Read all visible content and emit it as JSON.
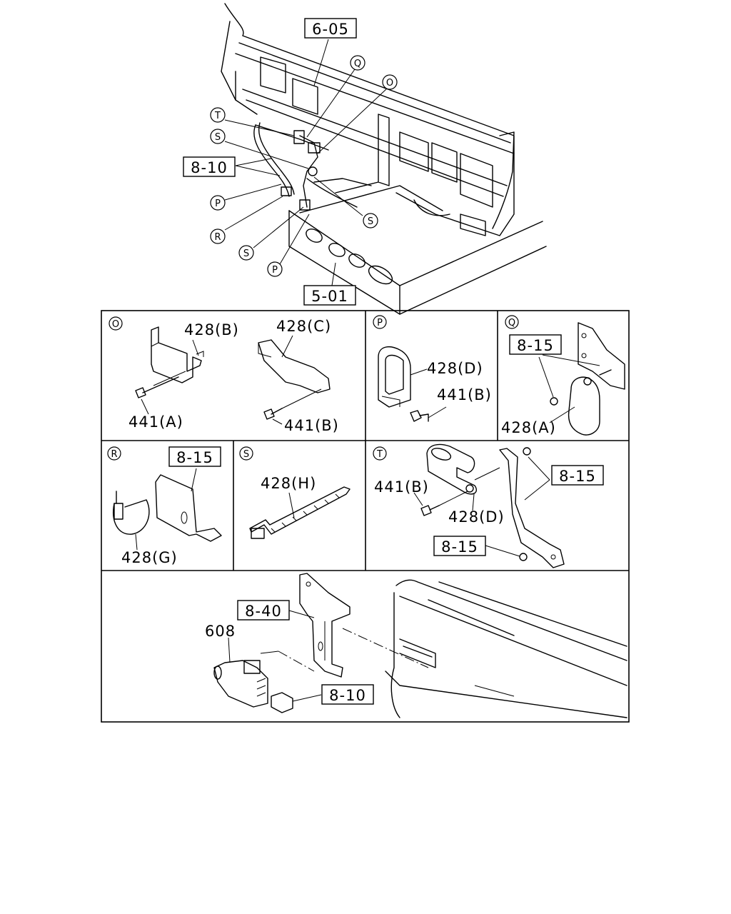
{
  "main_view": {
    "refs": {
      "top": "6-05",
      "harness": "8-10",
      "frame": "5-01"
    },
    "callouts": [
      "Q",
      "O",
      "T",
      "S",
      "P",
      "S",
      "R",
      "S",
      "P"
    ]
  },
  "panels": {
    "O": {
      "tag": "O",
      "parts": [
        "428(B)",
        "428(C)",
        "441(A)",
        "441(B)"
      ]
    },
    "P": {
      "tag": "P",
      "parts": [
        "428(D)",
        "441(B)"
      ]
    },
    "Q": {
      "tag": "Q",
      "ref": "8-15",
      "parts": [
        "428(A)"
      ]
    },
    "R": {
      "tag": "R",
      "ref": "8-15",
      "parts": [
        "428(G)"
      ]
    },
    "S": {
      "tag": "S",
      "parts": [
        "428(H)"
      ]
    },
    "T": {
      "tag": "T",
      "refs": [
        "8-15",
        "8-15"
      ],
      "parts": [
        "441(B)",
        "428(D)"
      ]
    },
    "bottom": {
      "refs": [
        "8-40",
        "8-10"
      ],
      "parts": [
        "608"
      ]
    }
  }
}
